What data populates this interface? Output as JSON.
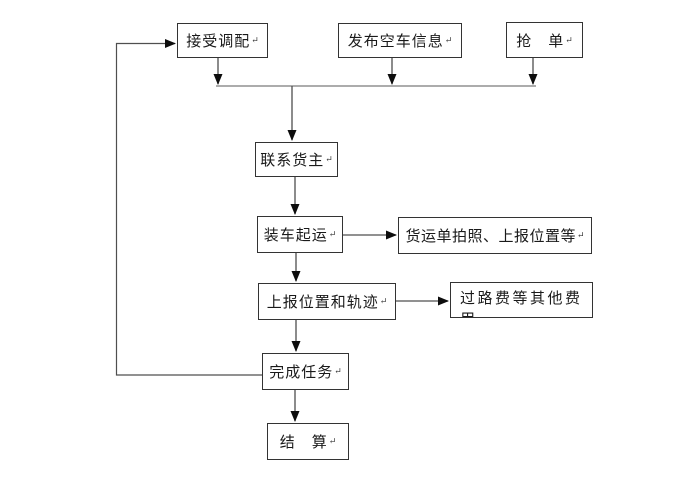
{
  "flowchart": {
    "type": "flowchart",
    "return_mark": "↵",
    "nodes": {
      "accept_dispatch": {
        "label": "接受调配"
      },
      "publish_empty_truck": {
        "label": "发布空车信息"
      },
      "grab_order": {
        "label": "抢　单"
      },
      "contact_shipper": {
        "label": "联系货主"
      },
      "load_and_depart": {
        "label": "装车起运"
      },
      "waybill_photo_report": {
        "label": "货运单拍照、上报位置等"
      },
      "report_position_track": {
        "label": "上报位置和轨迹"
      },
      "toll_other_fees": {
        "label": "过路费等其他费",
        "wrapped_overflow": "用"
      },
      "complete_task": {
        "label": "完成任务"
      },
      "settlement": {
        "label": "结　算"
      }
    },
    "edges": [
      {
        "from": "accept_dispatch",
        "to": "contact_shipper",
        "via": "merge-line"
      },
      {
        "from": "publish_empty_truck",
        "to": "contact_shipper",
        "via": "merge-line"
      },
      {
        "from": "grab_order",
        "to": "contact_shipper",
        "via": "merge-line"
      },
      {
        "from": "contact_shipper",
        "to": "load_and_depart"
      },
      {
        "from": "load_and_depart",
        "to": "waybill_photo_report"
      },
      {
        "from": "load_and_depart",
        "to": "report_position_track"
      },
      {
        "from": "report_position_track",
        "to": "toll_other_fees"
      },
      {
        "from": "report_position_track",
        "to": "complete_task"
      },
      {
        "from": "complete_task",
        "to": "settlement"
      },
      {
        "from": "complete_task",
        "to": "accept_dispatch",
        "via": "feedback-loop"
      }
    ],
    "colors": {
      "background": "#ffffff",
      "box_border": "#333333",
      "line": "#4f4f4f",
      "merge_line": "#7a7a7a",
      "arrowhead": "#0d0d0d",
      "text": "#1a1a1a"
    }
  }
}
